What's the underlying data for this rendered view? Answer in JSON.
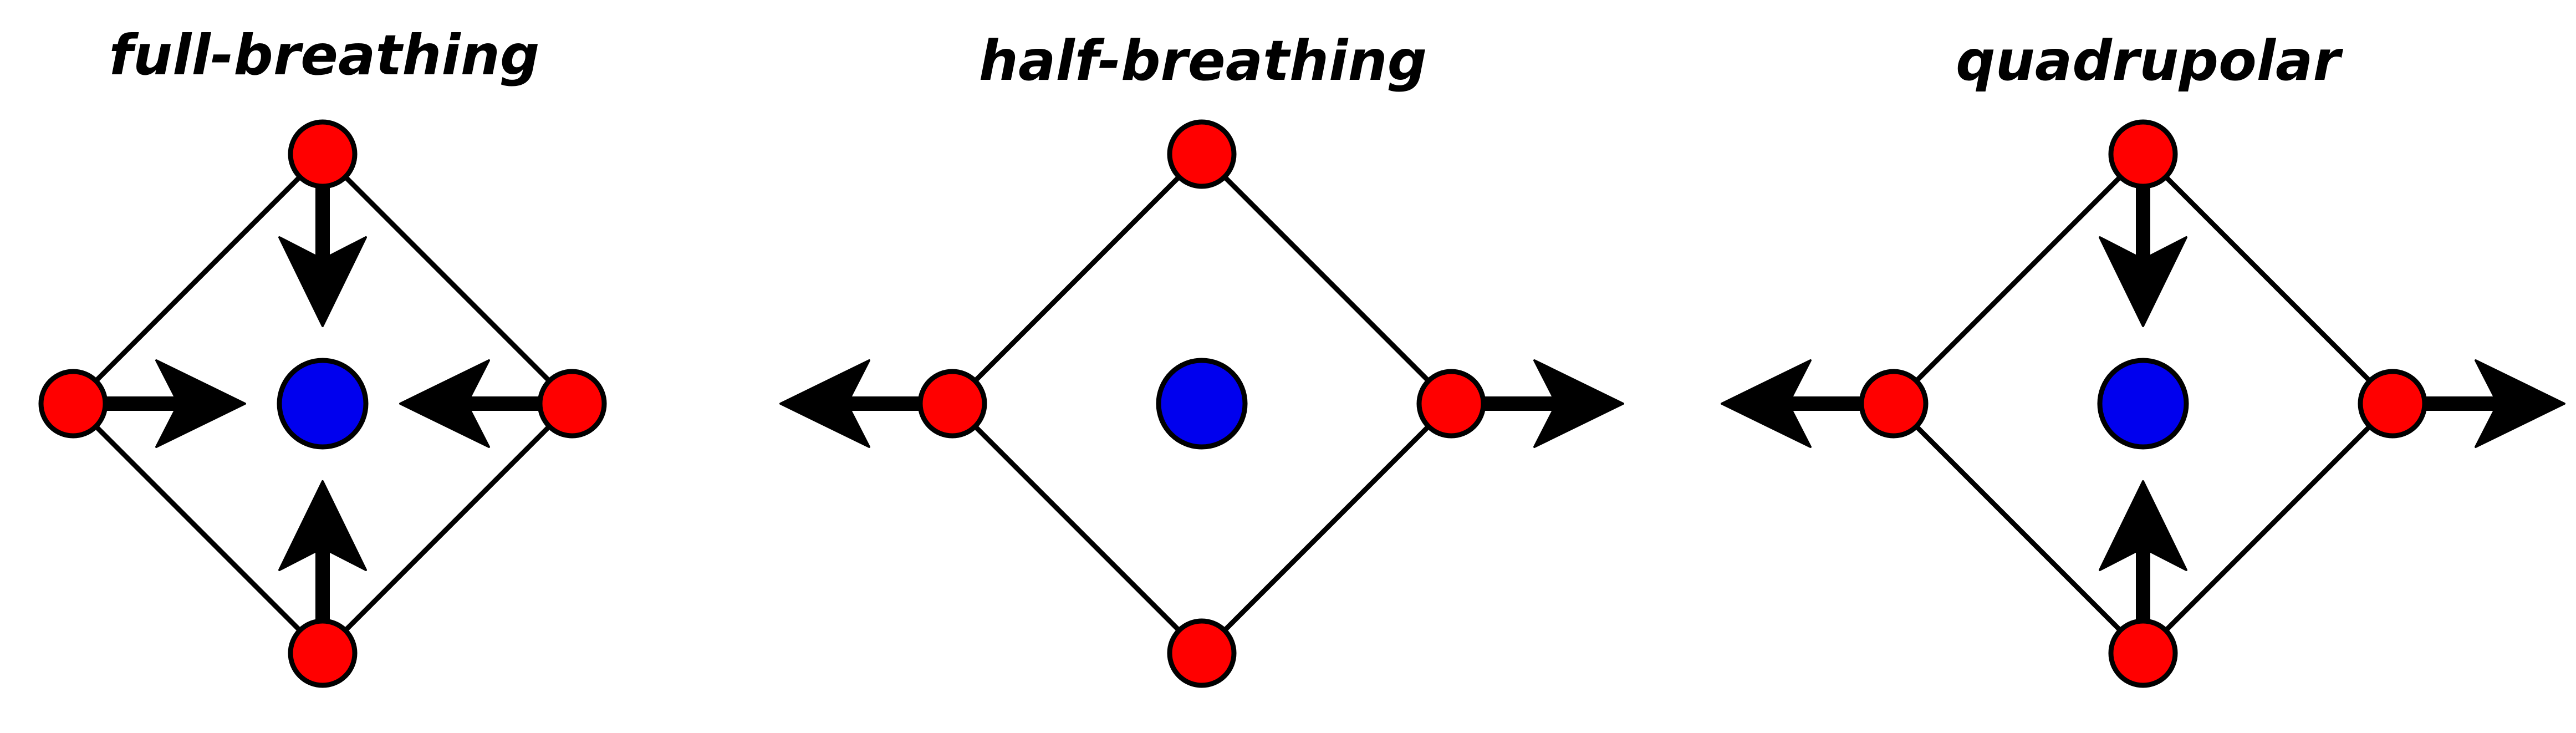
{
  "colors": {
    "outer_atom": "#ff0000",
    "center_atom": "#0000ee",
    "edge": "#000000",
    "arrow": "#000000",
    "background": "#ffffff"
  },
  "icons": {
    "outer_atom": "red-circle",
    "center_atom": "blue-circle",
    "arrow": "arrow-icon"
  },
  "panels": [
    {
      "title": "full-breathing",
      "arrows": {
        "top": "in",
        "right": "in",
        "bottom": "in",
        "left": "in"
      }
    },
    {
      "title": "half-breathing",
      "arrows": {
        "top": "none",
        "right": "out",
        "bottom": "none",
        "left": "out"
      }
    },
    {
      "title": "quadrupolar",
      "arrows": {
        "top": "in",
        "right": "out",
        "bottom": "in",
        "left": "out"
      }
    }
  ]
}
